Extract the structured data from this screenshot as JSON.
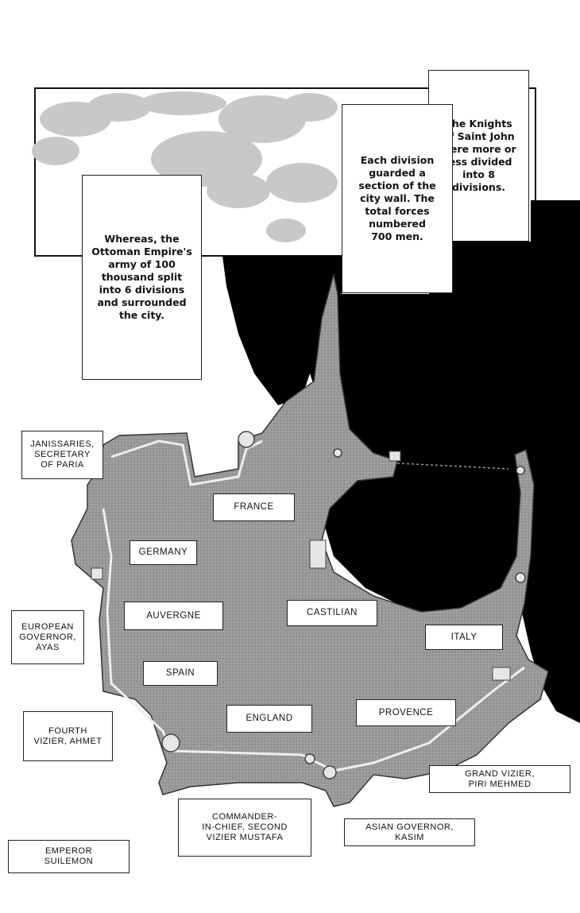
{
  "captions": {
    "knights": "The Knights\nof Saint John\nwere more or\nless divided\ninto 8\ndivisions.",
    "divisions": "Each division\nguarded a\nsection of the\ncity wall. The\ntotal forces\nnumbered\n700 men.",
    "ottoman": "Whereas, the\nOttoman Empire's\narmy of 100\nthousand split\ninto 6 divisions\nand surrounded\nthe city."
  },
  "knight_divisions": [
    "FRANCE",
    "GERMANY",
    "AUVERGNE",
    "CASTILIAN",
    "ITALY",
    "SPAIN",
    "ENGLAND",
    "PROVENCE"
  ],
  "ottoman_divisions": [
    "JANISSARIES,\nSECRETARY\nOF PARIA",
    "EUROPEAN\nGOVERNOR,\nAYAS",
    "FOURTH\nVIZIER, AHMET",
    "COMMANDER-\nIN-CHIEF, SECOND\nVIZIER MUSTAFA",
    "GRAND VIZIER,\nPIRI MEHMED",
    "ASIAN GOVERNOR,\nKASIM",
    "EMPEROR\nSUILEMON"
  ]
}
